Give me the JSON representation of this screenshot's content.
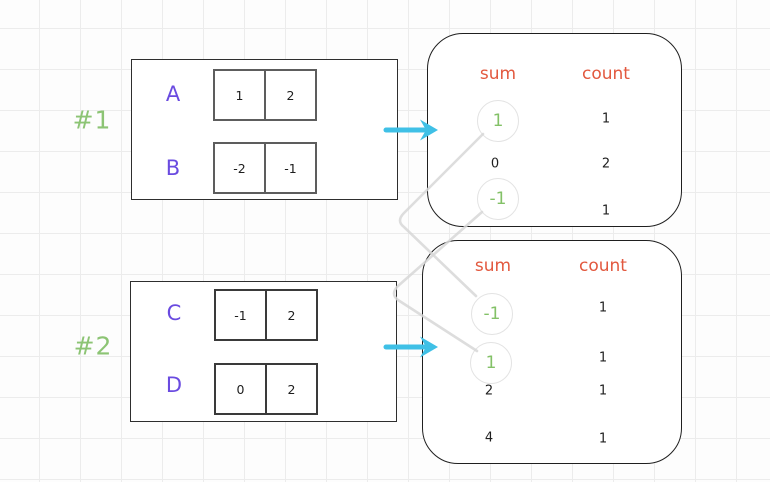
{
  "colors": {
    "accent_purple": "#6a4be0",
    "accent_green": "#8cc474",
    "accent_orange": "#e2583e",
    "arrow_cyan": "#3fc0e6",
    "connector_gray": "#d7d7d7"
  },
  "groups": [
    {
      "label": "#1",
      "rows": [
        {
          "name": "A",
          "cells": [
            "1",
            "2"
          ]
        },
        {
          "name": "B",
          "cells": [
            "-2",
            "-1"
          ]
        }
      ]
    },
    {
      "label": "#2",
      "rows": [
        {
          "name": "C",
          "cells": [
            "-1",
            "2"
          ]
        },
        {
          "name": "D",
          "cells": [
            "0",
            "2"
          ]
        }
      ]
    }
  ],
  "tables": [
    {
      "header_sum": "sum",
      "header_count": "count",
      "rows": [
        {
          "sum": "1",
          "count": "1",
          "circled": true
        },
        {
          "sum": "0",
          "count": "2",
          "circled": false
        },
        {
          "sum": "-1",
          "count": "1",
          "circled": true
        }
      ]
    },
    {
      "header_sum": "sum",
      "header_count": "count",
      "rows": [
        {
          "sum": "-1",
          "count": "1",
          "circled": true
        },
        {
          "sum": "1",
          "count": "1",
          "circled": true
        },
        {
          "sum": "2",
          "count": "1",
          "circled": false
        },
        {
          "sum": "4",
          "count": "1",
          "circled": false
        }
      ]
    }
  ]
}
